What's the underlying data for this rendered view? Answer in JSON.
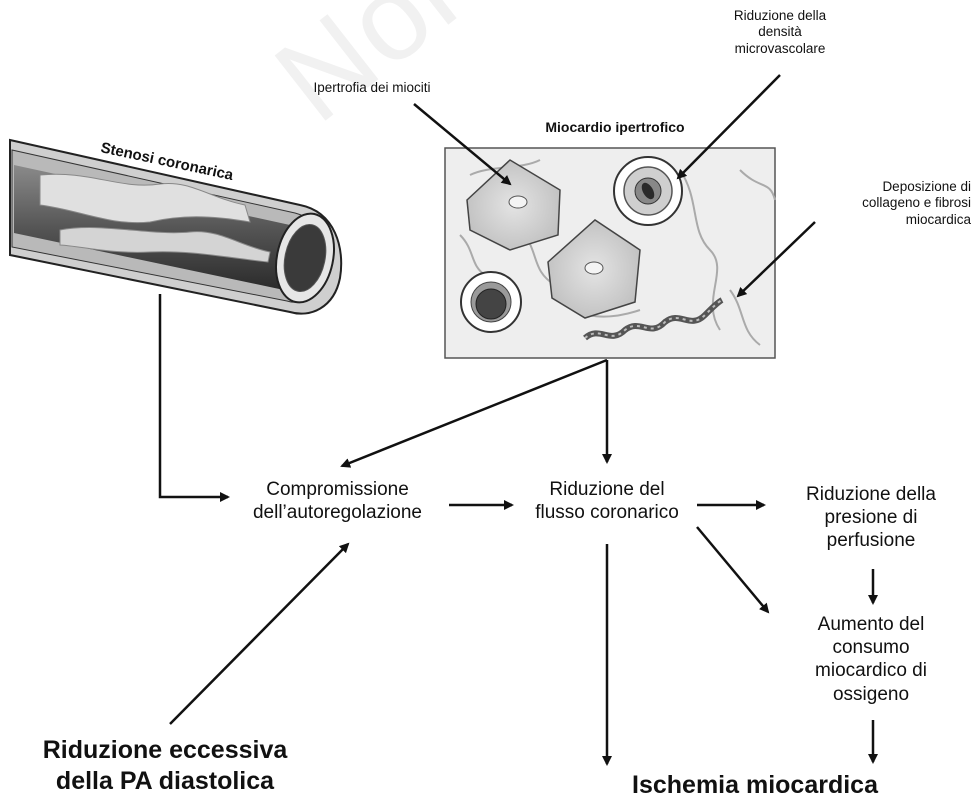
{
  "watermark": "Non commerciale",
  "stenosis_label": "Stenosi coronarica",
  "myocardium_title": "Miocardio ipertrofico",
  "callouts": {
    "myocyte": "Ipertrofia dei miociti",
    "microvascular": [
      "Riduzione della",
      "densità",
      "microvascolare"
    ],
    "collagen": [
      "Deposizione di",
      "collageno e fibrosi",
      "miocardica"
    ]
  },
  "nodes": {
    "autoregulation": [
      "Compromissione",
      "dell’autoregolazione"
    ],
    "flow": [
      "Riduzione del",
      "flusso coronarico"
    ],
    "perfusion": [
      "Riduzione della",
      "presione di",
      "perfusione"
    ],
    "oxygen": [
      "Aumento del",
      "consumo",
      "miocardico di",
      "ossigeno"
    ],
    "diastolic": [
      "Riduzione eccessiva",
      "della PA diastolica"
    ],
    "ischemia": "Ischemia miocardica"
  }
}
